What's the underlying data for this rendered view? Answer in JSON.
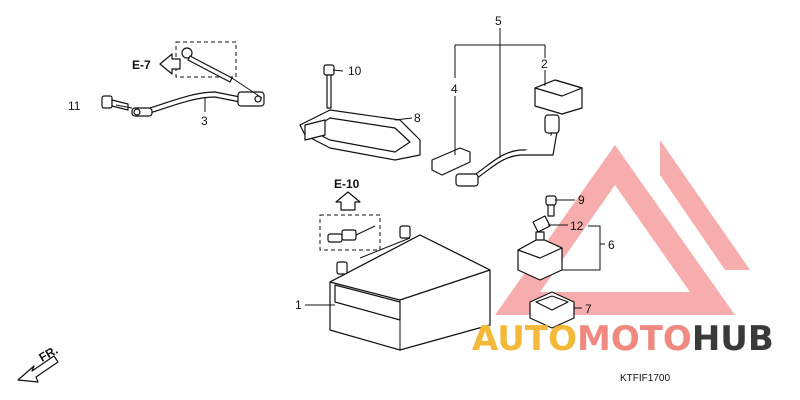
{
  "callouts": {
    "c1": "1",
    "c2": "2",
    "c3": "3",
    "c4": "4",
    "c5": "5",
    "c6": "6",
    "c7": "7",
    "c8": "8",
    "c9": "9",
    "c10": "10",
    "c11": "11",
    "c12": "12"
  },
  "refs": {
    "e7": "E-7",
    "e10": "E-10",
    "fr": "FR."
  },
  "diagram_code": "KTFIF1700",
  "watermark": {
    "part1": "AUTO",
    "part2": "MOTO",
    "part3": "HUB",
    "color_auto": "#f5b93a",
    "color_moto": "#f08a80",
    "color_hub": "#3a3a3a",
    "triangle_color": "#f26b6b"
  }
}
